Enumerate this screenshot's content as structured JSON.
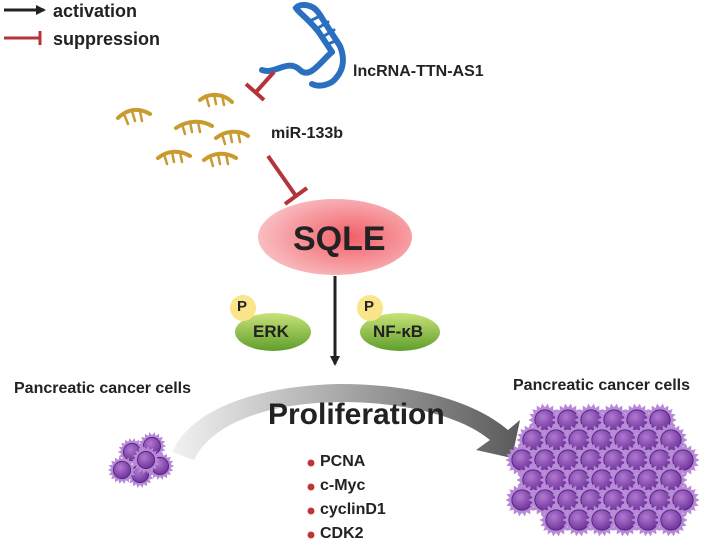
{
  "legend": {
    "activation": "activation",
    "suppression": "suppression"
  },
  "lncrna_label": "lncRNA-TTN-AS1",
  "mirna_label": "miR-133b",
  "sqle_label": "SQLE",
  "kinases": [
    {
      "name": "ERK",
      "phospho": "P"
    },
    {
      "name": "NF-κB",
      "phospho": "P"
    }
  ],
  "cells_left_label": "Pancreatic cancer  cells",
  "cells_right_label": "Pancreatic cancer  cells",
  "outcome_label": "Proliferation",
  "markers": [
    "PCNA",
    "c-Myc",
    "cyclinD1",
    "CDK2"
  ],
  "colors": {
    "activation": "#222222",
    "suppression": "#b5343c",
    "lncrna": "#2a6fc0",
    "mirna": "#c99a2e",
    "sqle_fill": "#f07880",
    "kinase_fill": "#7fb93b",
    "phospho_fill": "#fbe58a",
    "cell_fill": "#8a4db0",
    "marker_bullet": "#c0343c"
  }
}
